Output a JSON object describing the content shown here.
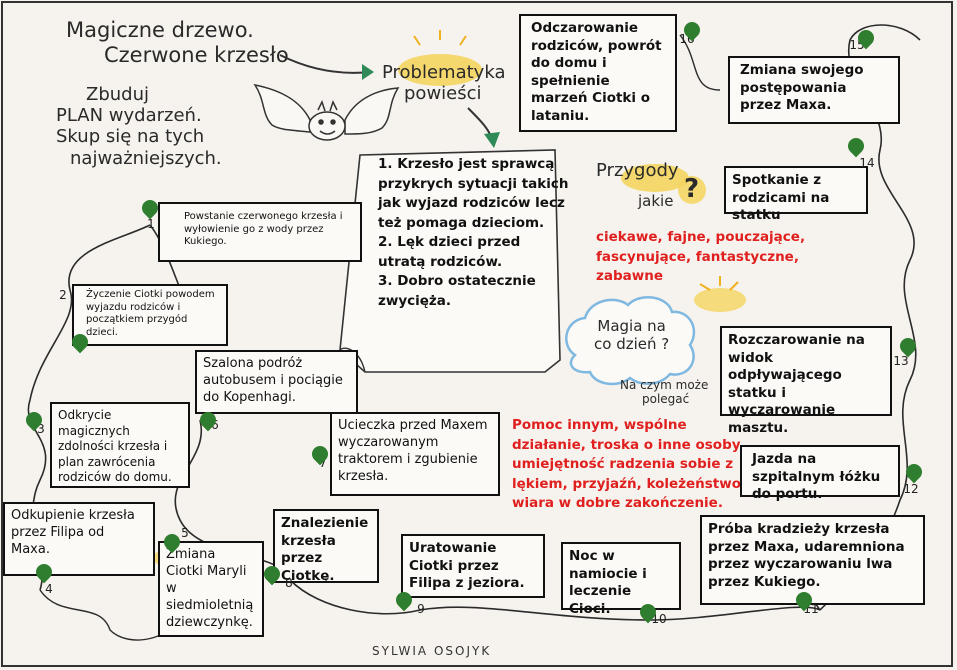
{
  "title": {
    "line1": "Magiczne drzewo.",
    "line2": "Czerwone krzesło"
  },
  "instruction": {
    "line1": "Zbuduj",
    "line2": "PLAN wydarzeń.",
    "line3": "Skup się na tych",
    "line4": "najważniejszych."
  },
  "problem_heading": {
    "line1": "Problematyka",
    "line2": "powieści"
  },
  "problems": [
    "1. Krzesło jest sprawcą",
    "przykrych sytuacji takich",
    "jak wyjazd rodziców lecz",
    "też pomaga dzieciom.",
    "2. Lęk dzieci przed",
    "utratą rodziców.",
    "3. Dobro ostatecznie",
    "zwycięża."
  ],
  "adventures": {
    "heading": "Przygody",
    "sub": "jakie",
    "qmark": "?",
    "answer_lines": [
      "ciekawe, fajne, pouczające,",
      "fascynujące, fantastyczne,",
      "zabawne"
    ]
  },
  "magic": {
    "cloud_line1": "Magia na",
    "cloud_line2": "co dzień",
    "cloud_qmark": "?",
    "question_line1": "Na czym może",
    "question_line2": "polegać",
    "answer_lines": [
      "Pomoc innym, wspólne",
      "działanie, troska o inne osoby,",
      "umiejętność radzenia sobie z",
      "lękiem, przyjaźń, koleżeństwo,",
      "wiara w dobre zakończenie."
    ]
  },
  "events": [
    {
      "n": "1",
      "text": "Powstanie czerwonego krzesła i wyłowienie go z wody przez Kukiego."
    },
    {
      "n": "2",
      "text": "Życzenie Ciotki powodem wyjazdu rodziców i początkiem przygód dzieci."
    },
    {
      "n": "3",
      "text": "Odkrycie magicznych zdolności krzesła i plan zawrócenia rodziców do domu."
    },
    {
      "n": "4",
      "text": "Odkupienie krzesła przez Filipa od Maxa."
    },
    {
      "n": "5",
      "text": "Zmiana Ciotki Maryli w siedmioletnią dziewczynkę."
    },
    {
      "n": "6",
      "text": "Szalona podróż autobusem i pociągie do Kopenhagi."
    },
    {
      "n": "7",
      "text": "Ucieczka przed Maxem wyczarowanym traktorem i zgubienie krzesła."
    },
    {
      "n": "8",
      "text": "Znalezienie krzesła przez Ciotkę."
    },
    {
      "n": "9",
      "text": "Uratowanie Ciotki przez Filipa z jeziora."
    },
    {
      "n": "10",
      "text": "Noc w namiocie i leczenie Cioci."
    },
    {
      "n": "11",
      "text": "Próba kradzieży krzesła przez Maxa, udaremniona przez wyczarowaniu lwa przez Kukiego."
    },
    {
      "n": "12",
      "text": "Jazda na szpitalnym łóżku do portu."
    },
    {
      "n": "13",
      "text": "Rozczarowanie na widok odpływającego statku i wyczarowanie masztu."
    },
    {
      "n": "14",
      "text": "Spotkanie z rodzicami na statku"
    },
    {
      "n": "15",
      "text": "Zmiana swojego postępowania przez Maxa."
    },
    {
      "n": "16",
      "text": "Odczarowanie rodziców, powrót do domu i spełnienie marzeń Ciotki o lataniu."
    }
  ],
  "signature": "SYLWIA OSOJYK",
  "colors": {
    "vine": "#2b2b2b",
    "leaf": "#2f7d2f",
    "sun": "#f5c842",
    "red_text": "#e0201f",
    "cloud": "#7fb8e0"
  }
}
